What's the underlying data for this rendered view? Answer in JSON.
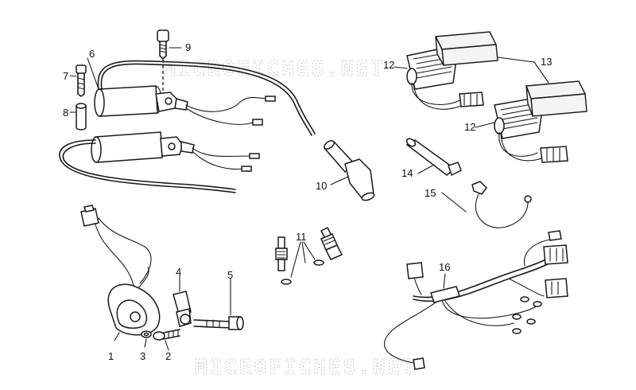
{
  "watermark": "MICROFICHES.NET",
  "callouts": {
    "c1": "1",
    "c2": "2",
    "c3": "3",
    "c4": "4",
    "c5": "5",
    "c6": "6",
    "c7": "7",
    "c8": "8",
    "c9": "9",
    "c10": "10",
    "c11": "11",
    "c12a": "12",
    "c12b": "12",
    "c13": "13",
    "c14": "14",
    "c15": "15",
    "c16": "16"
  },
  "colors": {
    "ink": "#1a1a1a",
    "watermark": "#c8c8c8",
    "background": "#ffffff"
  }
}
